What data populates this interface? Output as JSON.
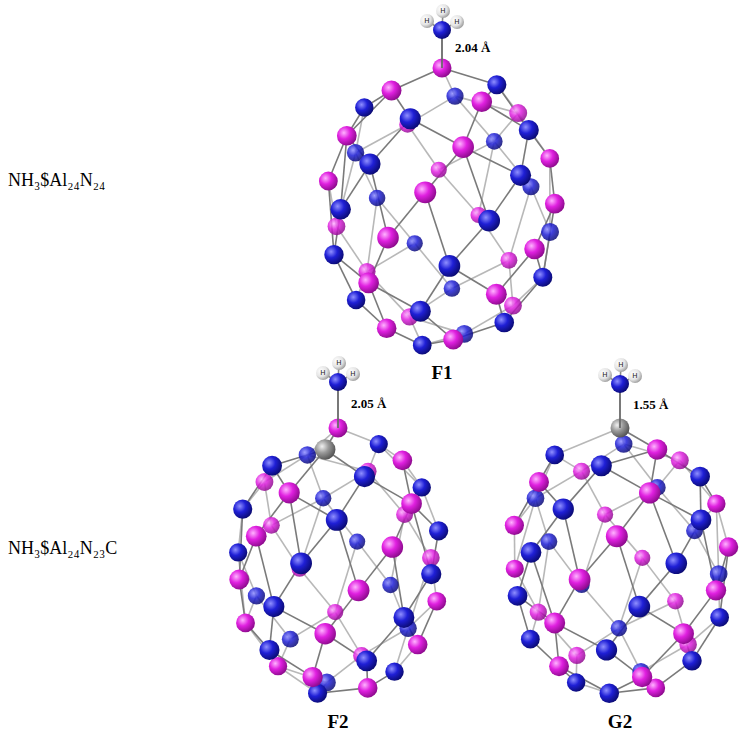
{
  "diagram": {
    "labels": [
      "NH₃$Al₂₄N₂₄",
      "H",
      "H",
      "H",
      "2.04 Å",
      "F1",
      "NH₃$Al₂₄N₂₃C",
      "H",
      "H",
      "H",
      "2.05 Å",
      "H",
      "H",
      "H",
      "1.55 Å",
      "F2",
      "G2"
    ]
  }
}
